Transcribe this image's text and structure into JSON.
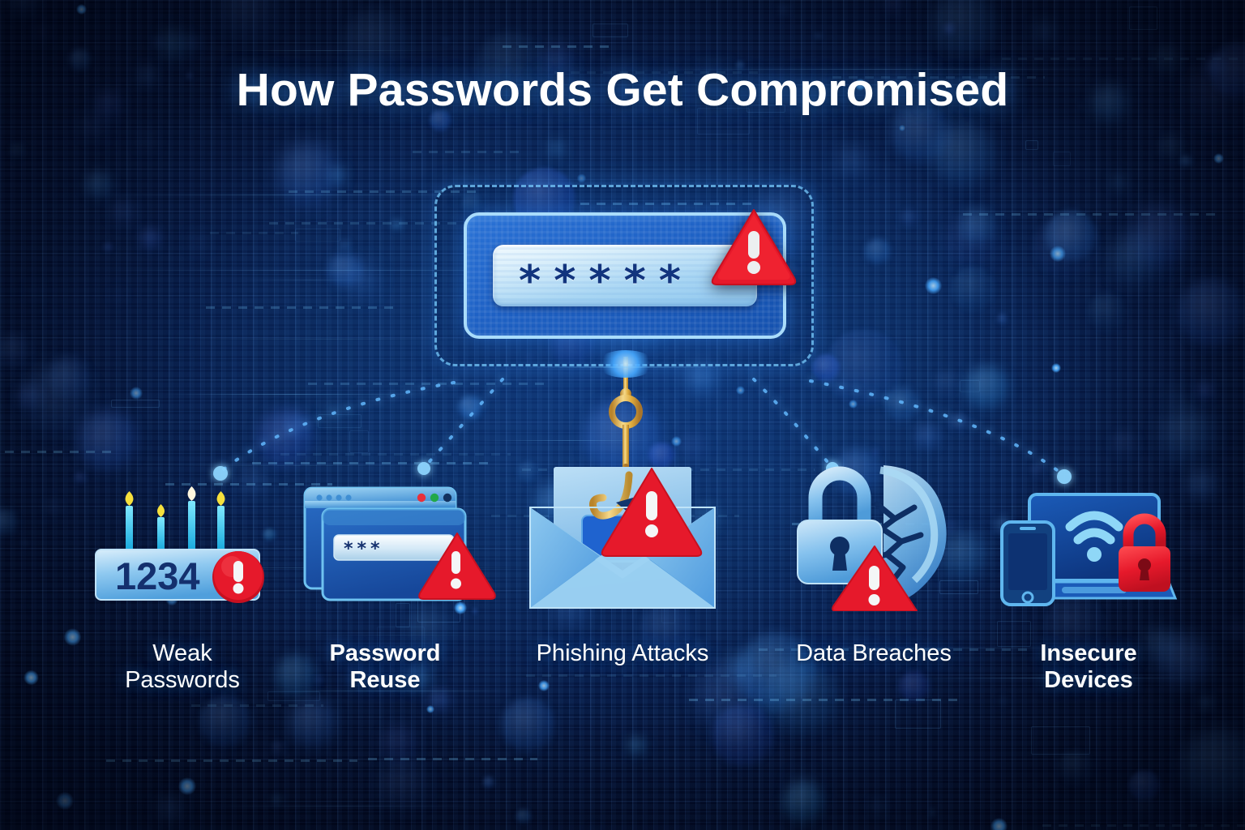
{
  "page": {
    "title": "How Passwords Get Compromised",
    "background_color": "#020a22",
    "accent_blue": "#2a72d6",
    "warning_red": "#e6192b",
    "gold": "#e9b44a",
    "text_color": "#ffffff"
  },
  "center": {
    "name": "compromised-password-field",
    "masked_value": "*****",
    "mask_char_count": 5,
    "warning_icon": "warning-triangle-icon",
    "warning_glyph": "!"
  },
  "hook": {
    "name": "fishing-hook-icon",
    "color": "#e9b44a"
  },
  "nodes": [
    {
      "id": "weak-passwords",
      "label_line1": "Weak",
      "label_line2": "Passwords",
      "line1_bold": true,
      "line2_bold": false,
      "icon": "pin-pad-1234-icon",
      "pin_value": "1234",
      "candle_count": 4,
      "badge": "warning-circle-icon",
      "badge_glyph": "!"
    },
    {
      "id": "password-reuse",
      "label_line1": "Password",
      "label_line2": "Reuse",
      "line1_bold": true,
      "line2_bold": true,
      "icon": "stacked-browser-windows-icon",
      "masked_value": "***",
      "mask_char_count": 3,
      "traffic_lights": [
        "#e8303a",
        "#22a849",
        "#13325f"
      ],
      "badge": "warning-triangle-icon",
      "badge_glyph": "!"
    },
    {
      "id": "phishing-attacks",
      "label_line1": "Phishing Attacks",
      "label_line2": "",
      "line1_bold": false,
      "line2_bold": false,
      "icon": "open-envelope-with-hook-icon",
      "badge": "warning-triangle-icon",
      "badge_glyph": "!"
    },
    {
      "id": "data-breaches",
      "label_line1": "Data Breaches",
      "label_line2": "",
      "line1_bold": true,
      "line2_bold": false,
      "icon": "padlock-cracked-shield-icon",
      "badge": "warning-triangle-icon",
      "badge_glyph": "!"
    },
    {
      "id": "insecure-devices",
      "label_line1": "Insecure",
      "label_line2": "Devices",
      "line1_bold": true,
      "line2_bold": true,
      "icon": "laptop-phone-wifi-icon",
      "badge": "red-padlock-icon"
    }
  ]
}
